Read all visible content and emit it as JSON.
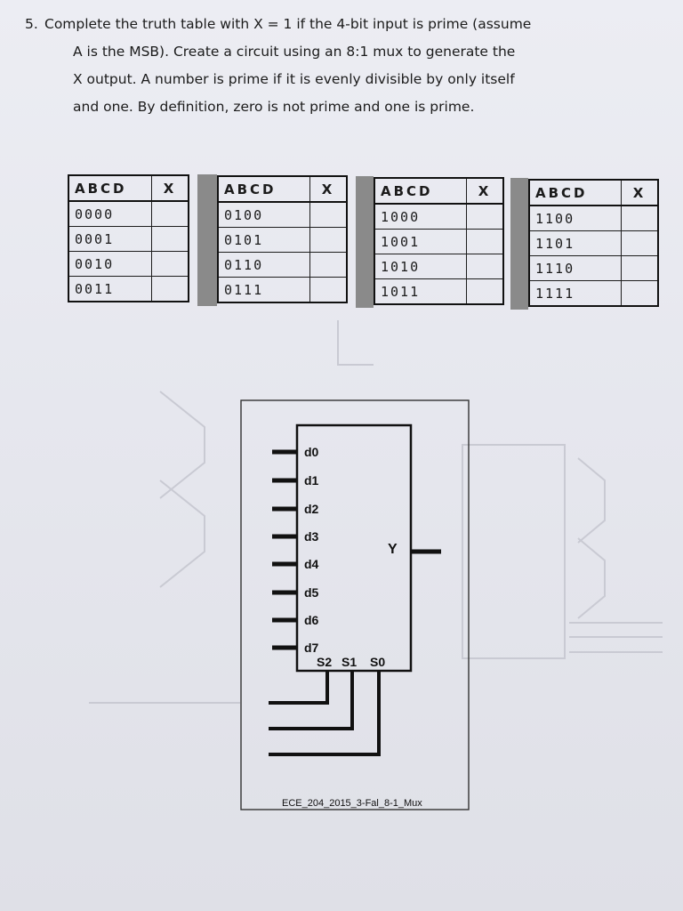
{
  "problem": {
    "number": "5.",
    "lines": [
      "Complete the truth table with X = 1 if the 4-bit input is prime (assume",
      "A is the MSB).  Create a circuit using an 8:1 mux to generate the",
      "X output.  A number is prime if it is evenly divisible by only itself",
      "and one.  By definition, zero is not prime and one is prime."
    ]
  },
  "truth_table": {
    "header_input": "ABCD",
    "header_output": "X",
    "groups": [
      [
        "0000",
        "0001",
        "0010",
        "0011"
      ],
      [
        "0100",
        "0101",
        "0110",
        "0111"
      ],
      [
        "1000",
        "1001",
        "1010",
        "1011"
      ],
      [
        "1100",
        "1101",
        "1110",
        "1111"
      ]
    ]
  },
  "mux": {
    "data_inputs": [
      "d0",
      "d1",
      "d2",
      "d3",
      "d4",
      "d5",
      "d6",
      "d7"
    ],
    "select_inputs": [
      "S2",
      "S1",
      "S0"
    ],
    "output": "Y",
    "caption": "ECE_204_2015_3-Fal_8-1_Mux"
  }
}
